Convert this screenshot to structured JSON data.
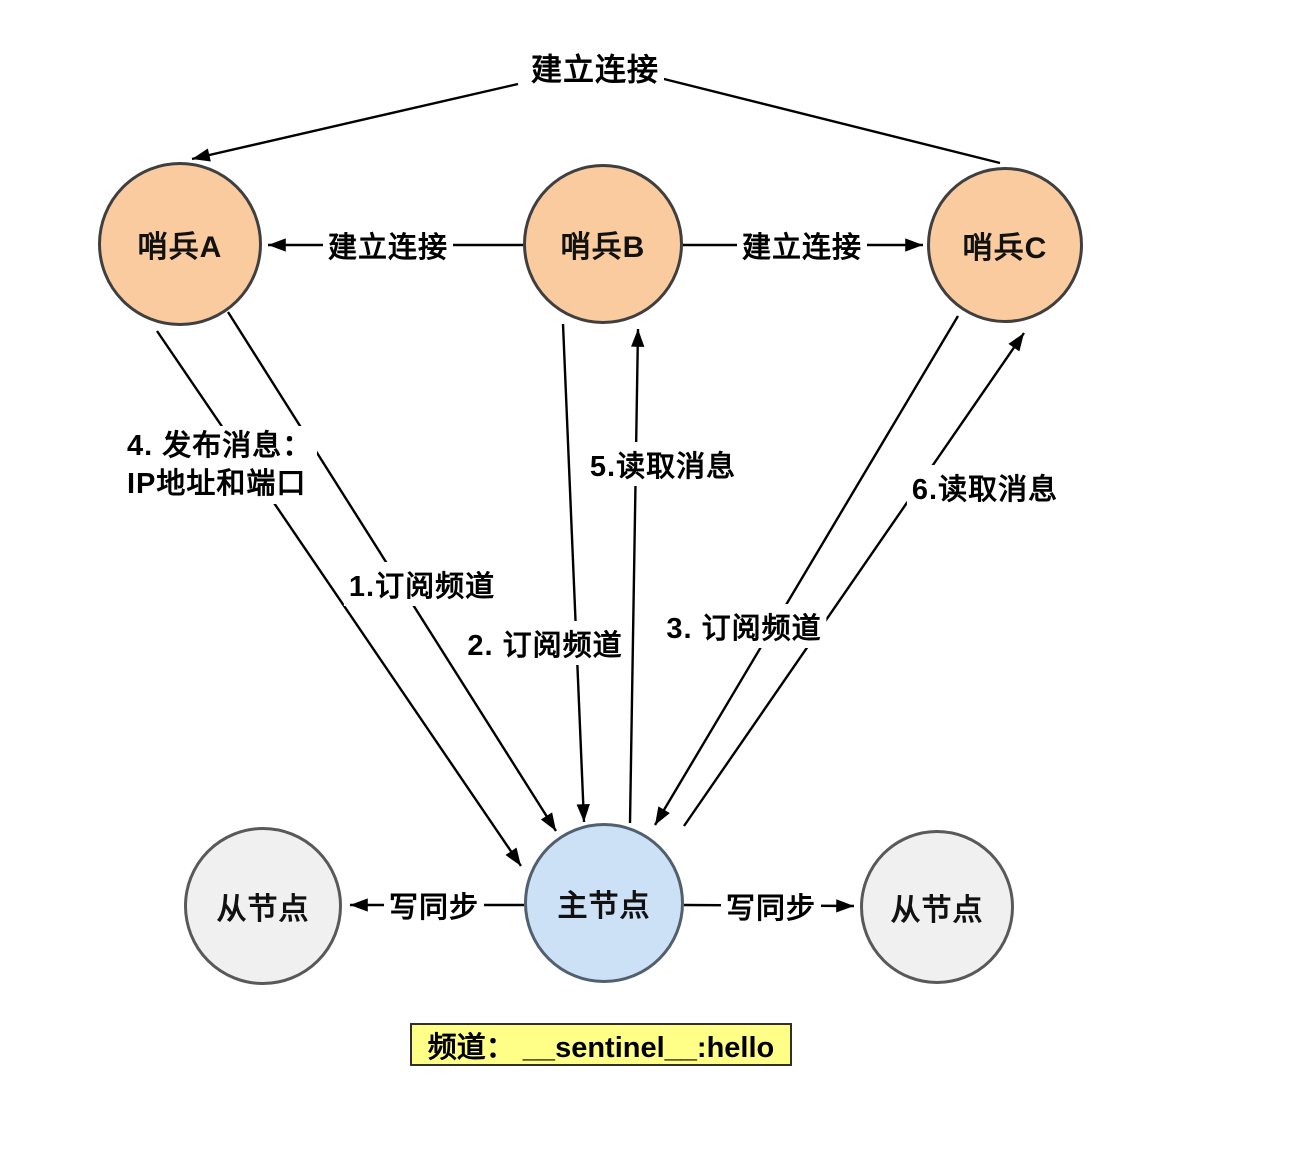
{
  "diagram": {
    "nodes": {
      "sentinel_a": {
        "label": "哨兵A"
      },
      "sentinel_b": {
        "label": "哨兵B"
      },
      "sentinel_c": {
        "label": "哨兵C"
      },
      "slave_left": {
        "label": "从节点"
      },
      "master": {
        "label": "主节点"
      },
      "slave_right": {
        "label": "从节点"
      }
    },
    "edge_labels": {
      "connect_top": "建立连接",
      "connect_b_to_a": "建立连接",
      "connect_b_to_c": "建立连接",
      "publish_line1": "4. 发布消息：",
      "publish_line2": "IP地址和端口",
      "subscribe_1": "1.订阅频道",
      "subscribe_2": "2. 订阅频道",
      "subscribe_3": "3. 订阅频道",
      "read_5": "5.读取消息",
      "read_6": "6.读取消息",
      "sync_left": "写同步",
      "sync_right": "写同步"
    },
    "channel_box": {
      "label": "频道： __sentinel__:hello"
    },
    "colors": {
      "sentinel_fill": "#F9CB9E",
      "sentinel_stroke": "#3F3F3F",
      "master_fill": "#CDE1F6",
      "master_stroke": "#51606E",
      "slave_fill": "#F0F0F0",
      "slave_stroke": "#595959",
      "channel_fill": "#FFFF88",
      "line_color": "#000000",
      "label_background": "#FFFFFF"
    }
  }
}
